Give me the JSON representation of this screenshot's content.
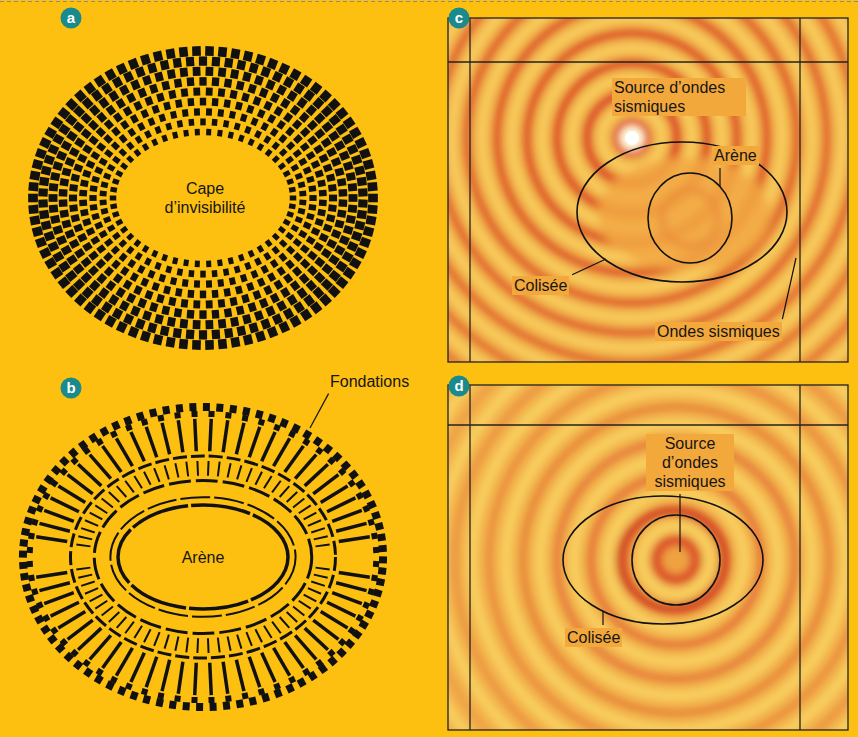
{
  "diagram": {
    "nodes": [
      {
        "text": [
          "a"
        ]
      },
      {
        "text": [
          "c"
        ]
      },
      {
        "text": [
          "b"
        ]
      },
      {
        "text": [
          "d"
        ]
      }
    ],
    "labels": [
      "Cape d’invisibilité",
      "Source d’ondes sismiques",
      "Arène",
      "Colisée",
      "Ondes sismiques",
      "Fondations",
      "Arène",
      "Source d’ondes sismiques",
      "Colisée"
    ]
  }
}
